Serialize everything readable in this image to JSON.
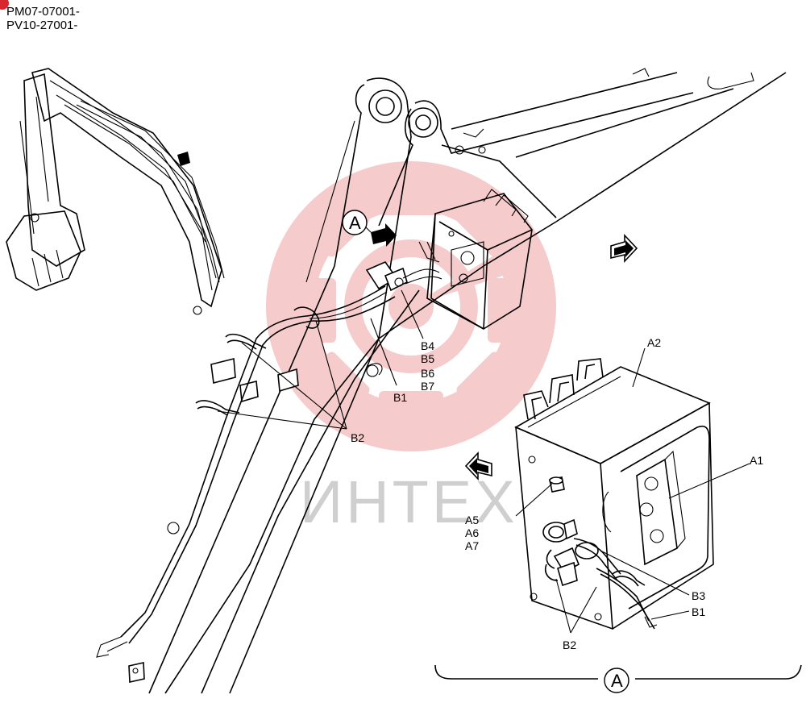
{
  "header": {
    "serial_1": "PM07-07001-",
    "serial_2": "PV10-27001-",
    "marker_color": "#d8262e"
  },
  "watermark": {
    "text": "ИНТЕХ",
    "gear_color": "#f5c6c6"
  },
  "callouts": {
    "view_marker_top": "A",
    "view_marker_bottom": "A",
    "b1_upper": "B1",
    "b2_left": "B2",
    "b4": "B4",
    "b5": "B5",
    "b6": "B6",
    "b7": "B7",
    "a1": "A1",
    "a2": "A2",
    "a5": "A5",
    "a6": "A6",
    "a7": "A7",
    "b3": "B3",
    "b1_lower": "B1",
    "b2_bottom": "B2"
  }
}
